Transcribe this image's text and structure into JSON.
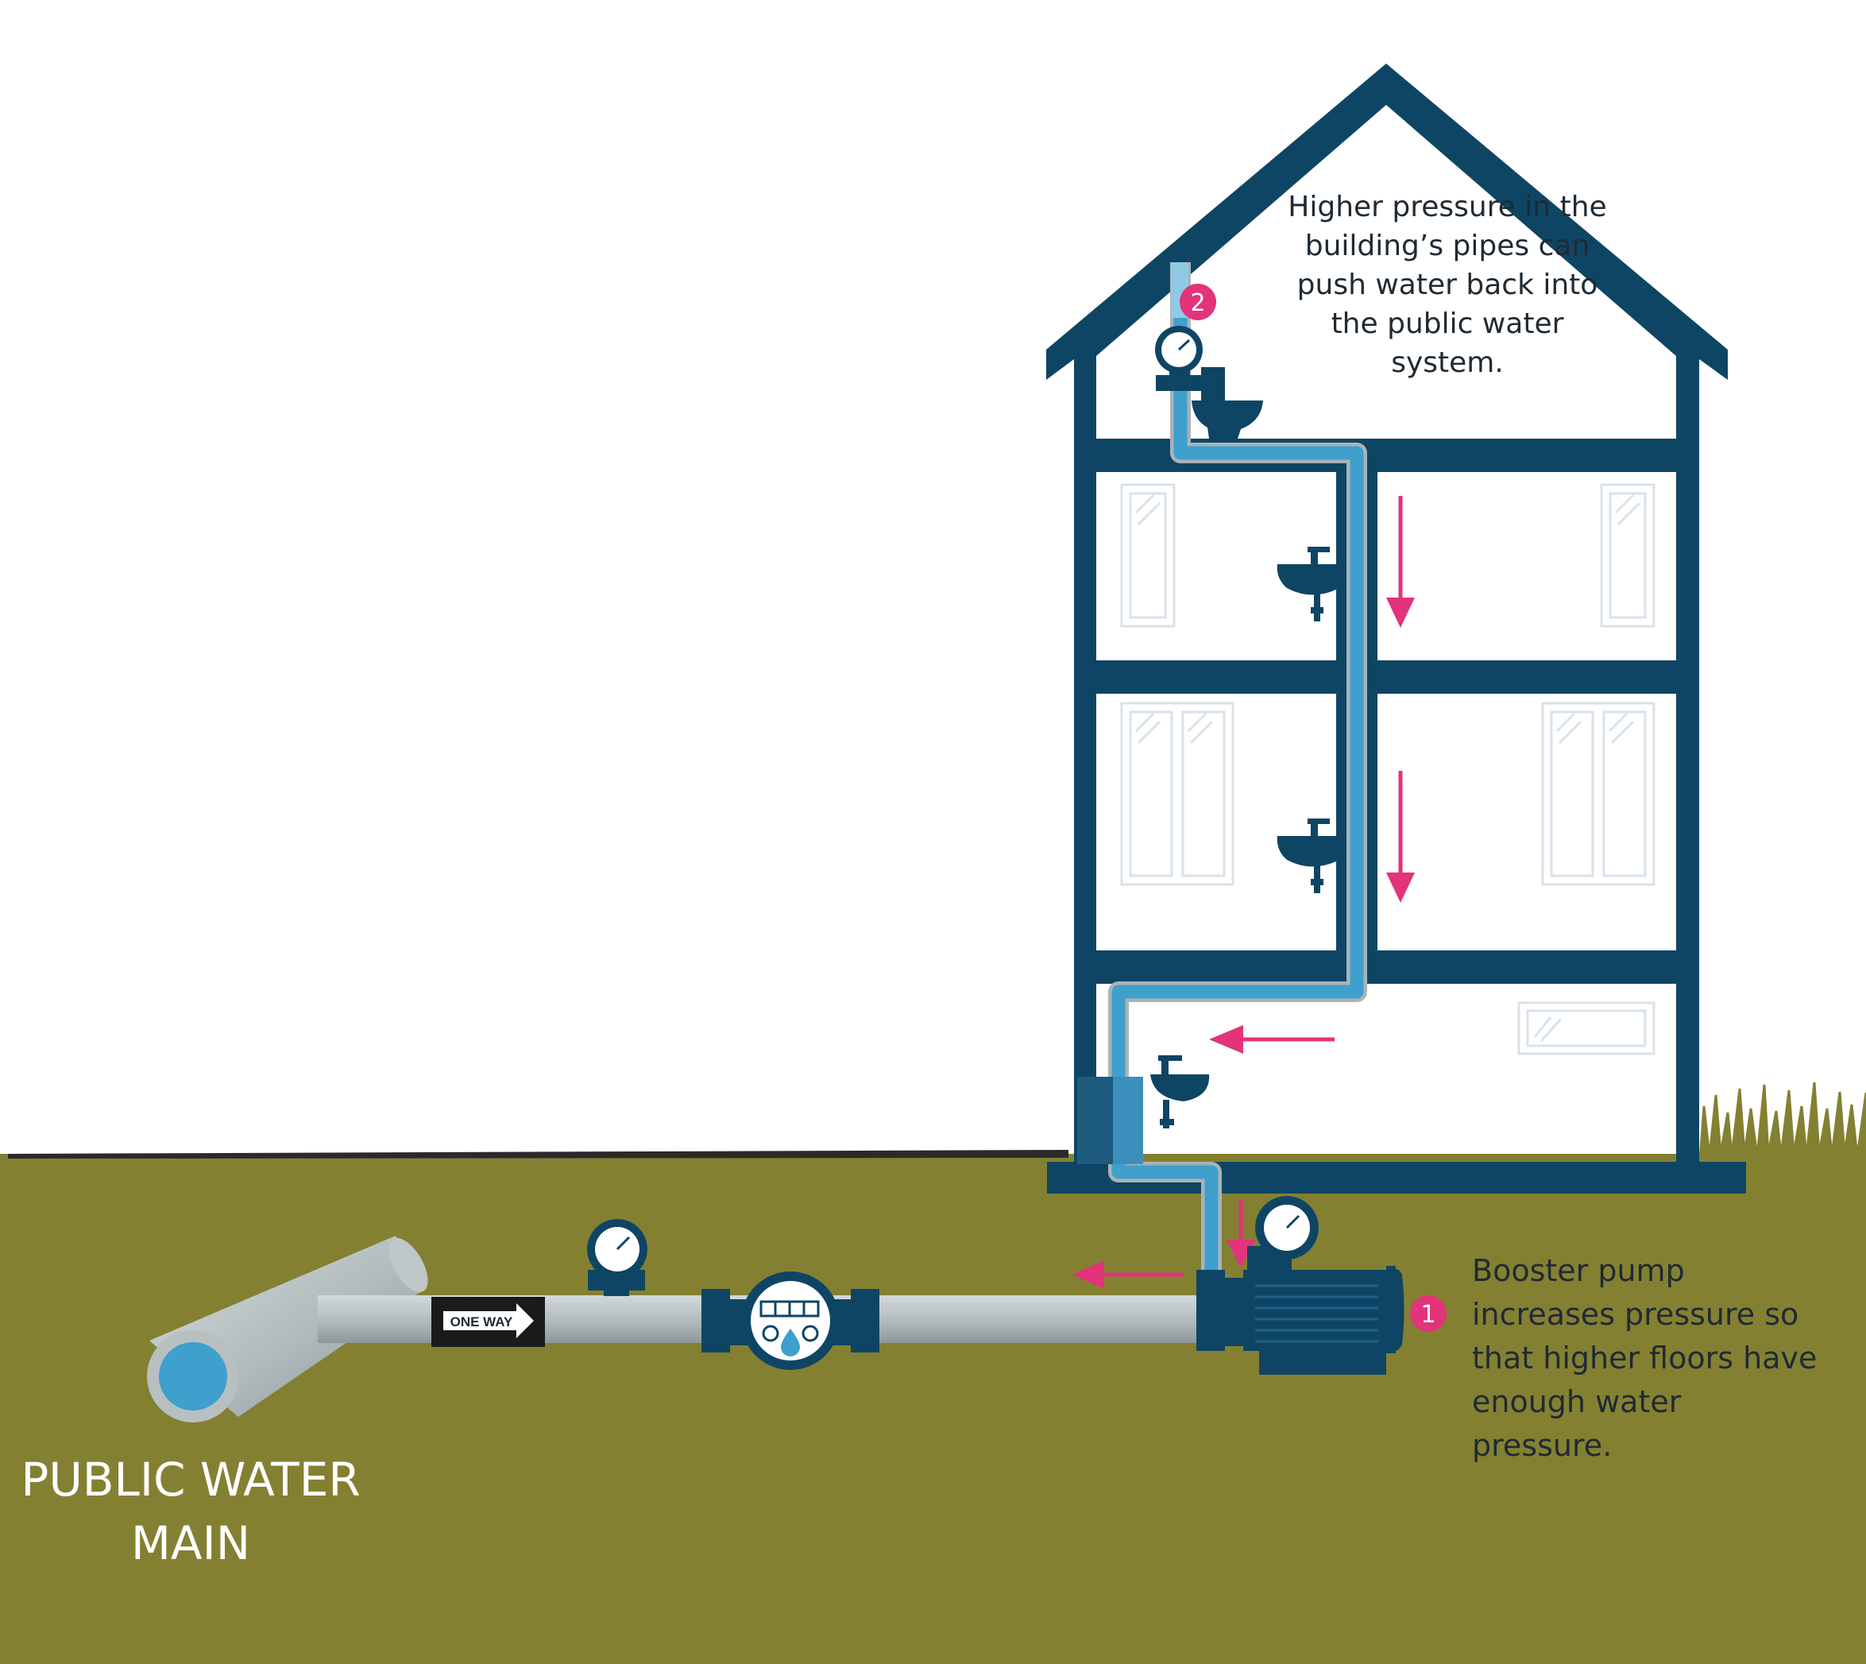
{
  "notes": {
    "top": "Higher pressure in the building’s pipes can push water back into the public water system.",
    "pump": "Booster pump increases pressure so that higher floors have enough water pressure."
  },
  "badges": {
    "one": "1",
    "two": "2"
  },
  "labels": {
    "main": "PUBLIC WATER MAIN",
    "one_way": "ONE WAY"
  },
  "colors": {
    "structure": "#0f4564",
    "ground": "#848032",
    "pipe": "#b3bcbe",
    "water": "#3f9fcd",
    "arrow": "#e2337b"
  },
  "icons": [
    "pressure-gauge-icon",
    "toilet-icon",
    "sink-icon",
    "water-meter-icon",
    "booster-pump-icon",
    "one-way-sign-icon",
    "flow-arrow-icon"
  ]
}
